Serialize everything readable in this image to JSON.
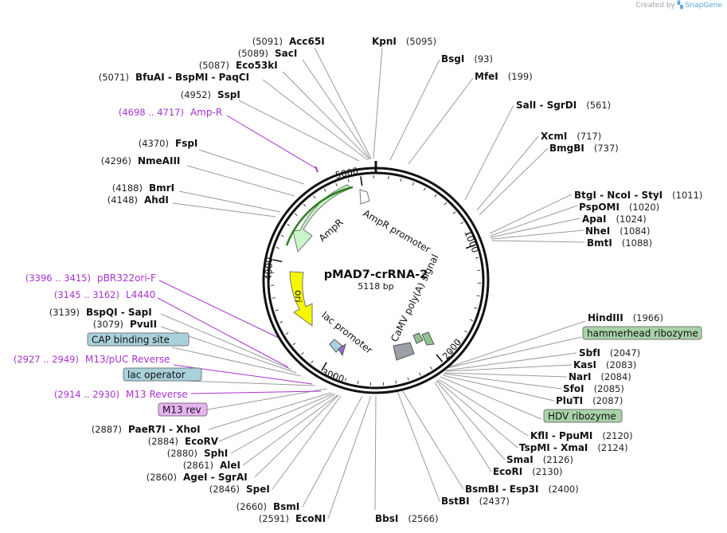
{
  "credit": {
    "prefix": "Created by",
    "brand": "SnapGene"
  },
  "plasmid": {
    "name": "pMAD7-crRNA-2",
    "size_label": "5118 bp",
    "length": 5118
  },
  "colors": {
    "ring": "#111111",
    "primer": "#a832cf",
    "ampr": "#c9f5c9",
    "ori": "#f7f700",
    "blue_box": "#a9d1dc",
    "green_box": "#a9d2a9",
    "purple_box": "#e6b3f0"
  },
  "tick_labels": [
    "1000",
    "2000",
    "3000",
    "4000",
    "5000"
  ],
  "features": [
    {
      "name": "AmpR"
    },
    {
      "name": "AmpR promoter"
    },
    {
      "name": "ori"
    },
    {
      "name": "lac promoter"
    },
    {
      "name": "CaMV poly(A) signal"
    }
  ],
  "sites": [
    {
      "name": "Acc65I",
      "pos": "(5091)"
    },
    {
      "name": "SacI",
      "pos": "(5089)"
    },
    {
      "name": "Eco53kI",
      "pos": "(5087)"
    },
    {
      "name": "BfuAI - BspMI - PaqCI",
      "pos": "(5071)"
    },
    {
      "name": "SspI",
      "pos": "(4952)"
    },
    {
      "name": "Amp-R",
      "pos": "(4698 .. 4717)"
    },
    {
      "name": "FspI",
      "pos": "(4370)"
    },
    {
      "name": "NmeAIII",
      "pos": "(4296)"
    },
    {
      "name": "BmrI",
      "pos": "(4188)"
    },
    {
      "name": "AhdI",
      "pos": "(4148)"
    },
    {
      "name": "pBR322ori-F",
      "pos": "(3396 .. 3415)"
    },
    {
      "name": "L4440",
      "pos": "(3145 .. 3162)"
    },
    {
      "name": "BspQI - SapI",
      "pos": "(3139)"
    },
    {
      "name": "PvuII",
      "pos": "(3079)"
    },
    {
      "name": "CAP binding site",
      "pos": ""
    },
    {
      "name": "M13/pUC Reverse",
      "pos": "(2927 .. 2949)"
    },
    {
      "name": "lac operator",
      "pos": ""
    },
    {
      "name": "M13 Reverse",
      "pos": "(2914 .. 2930)"
    },
    {
      "name": "M13 rev",
      "pos": ""
    },
    {
      "name": "PaeR7I - XhoI",
      "pos": "(2887)"
    },
    {
      "name": "EcoRV",
      "pos": "(2884)"
    },
    {
      "name": "SphI",
      "pos": "(2880)"
    },
    {
      "name": "AleI",
      "pos": "(2861)"
    },
    {
      "name": "AgeI - SgrAI",
      "pos": "(2860)"
    },
    {
      "name": "SpeI",
      "pos": "(2846)"
    },
    {
      "name": "BsmI",
      "pos": "(2660)"
    },
    {
      "name": "EcoNI",
      "pos": "(2591)"
    },
    {
      "name": "KpnI",
      "pos": "(5095)"
    },
    {
      "name": "BsgI",
      "pos": "(93)"
    },
    {
      "name": "MfeI",
      "pos": "(199)"
    },
    {
      "name": "SalI - SgrDI",
      "pos": "(561)"
    },
    {
      "name": "XcmI",
      "pos": "(717)"
    },
    {
      "name": "BmgBI",
      "pos": "(737)"
    },
    {
      "name": "BtgI - NcoI - StyI",
      "pos": "(1011)"
    },
    {
      "name": "PspOMI",
      "pos": "(1020)"
    },
    {
      "name": "ApaI",
      "pos": "(1024)"
    },
    {
      "name": "NheI",
      "pos": "(1084)"
    },
    {
      "name": "BmtI",
      "pos": "(1088)"
    },
    {
      "name": "HindIII",
      "pos": "(1966)"
    },
    {
      "name": "hammerhead ribozyme",
      "pos": ""
    },
    {
      "name": "SbfI",
      "pos": "(2047)"
    },
    {
      "name": "KasI",
      "pos": "(2083)"
    },
    {
      "name": "NarI",
      "pos": "(2084)"
    },
    {
      "name": "SfoI",
      "pos": "(2085)"
    },
    {
      "name": "PluTI",
      "pos": "(2087)"
    },
    {
      "name": "HDV ribozyme",
      "pos": ""
    },
    {
      "name": "KflI - PpuMI",
      "pos": "(2120)"
    },
    {
      "name": "TspMI - XmaI",
      "pos": "(2124)"
    },
    {
      "name": "SmaI",
      "pos": "(2126)"
    },
    {
      "name": "EcoRI",
      "pos": "(2130)"
    },
    {
      "name": "BsmBI - Esp3I",
      "pos": "(2400)"
    },
    {
      "name": "BstBI",
      "pos": "(2437)"
    },
    {
      "name": "BbsI",
      "pos": "(2566)"
    }
  ]
}
